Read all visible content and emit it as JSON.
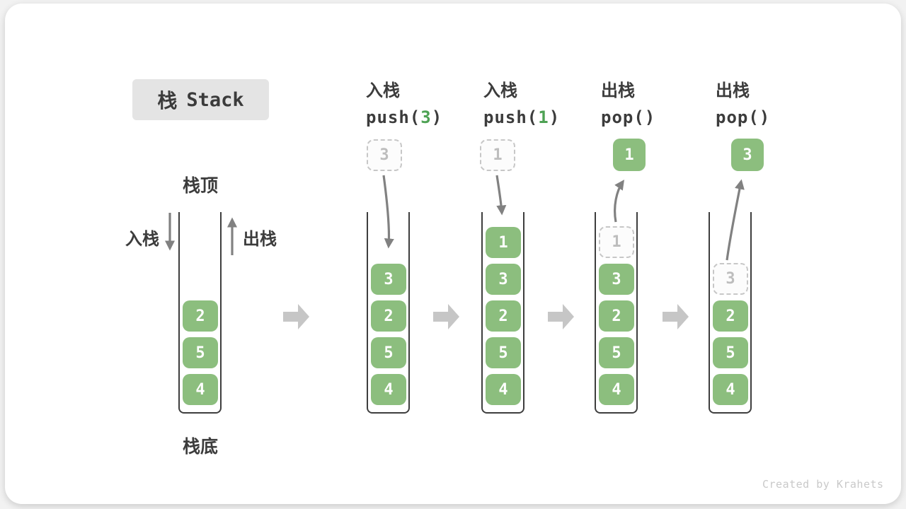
{
  "title": {
    "zh": "栈",
    "en": "Stack"
  },
  "static_labels": {
    "stack_top": "栈顶",
    "stack_bottom": "栈底",
    "push_label": "入栈",
    "pop_label": "出栈"
  },
  "operations": [
    {
      "zh": "入栈",
      "code_pre": "push(",
      "code_arg": "3",
      "code_post": ")"
    },
    {
      "zh": "入栈",
      "code_pre": "push(",
      "code_arg": "1",
      "code_post": ")"
    },
    {
      "zh": "出栈",
      "code_pre": "pop(",
      "code_arg": "",
      "code_post": ")"
    },
    {
      "zh": "出栈",
      "code_pre": "pop(",
      "code_arg": "",
      "code_post": ")"
    }
  ],
  "stacks": [
    {
      "blocks": [
        "2",
        "5",
        "4"
      ]
    },
    {
      "blocks": [
        "3",
        "2",
        "5",
        "4"
      ],
      "floating": "3"
    },
    {
      "blocks": [
        "1",
        "3",
        "2",
        "5",
        "4"
      ],
      "floating": "1"
    },
    {
      "blocks": [
        "3",
        "2",
        "5",
        "4"
      ],
      "ghost": "1",
      "popped": "1"
    },
    {
      "blocks": [
        "2",
        "5",
        "4"
      ],
      "ghost": "3",
      "popped": "3"
    }
  ],
  "watermark": "Created by Krahets",
  "icons": {
    "flow_arrow": "right-block-arrow",
    "push_arrow": "curved-down-arrow",
    "pop_arrow": "curved-up-arrow",
    "push_in_arrow": "straight-down-arrow",
    "pop_out_arrow": "straight-up-arrow"
  },
  "colors": {
    "block_green": "#8cbe7e",
    "code_arg_green": "#4ea254",
    "text_dark": "#3c3c3c",
    "curve_arrow_gray": "#818181",
    "flow_arrow_gray": "#c6c6c6",
    "ghost_border": "#c7c7c7",
    "ghost_text": "#bdbdbd",
    "title_bg": "#e4e4e4",
    "watermark_gray": "#c9c9c9"
  }
}
